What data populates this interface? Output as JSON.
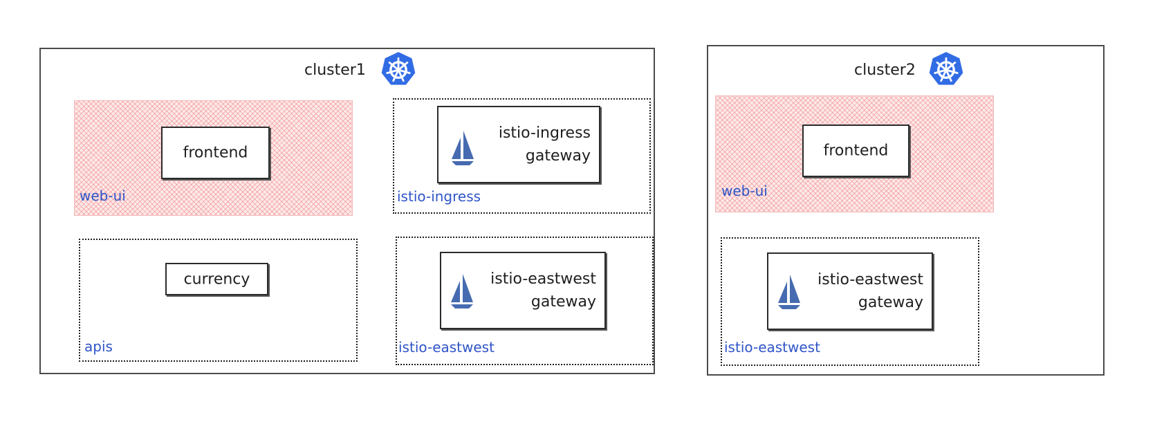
{
  "clusters": [
    {
      "title": "cluster1",
      "namespaces": [
        {
          "label": "web-ui",
          "services": [
            {
              "label": "frontend"
            }
          ]
        },
        {
          "label": "istio-ingress",
          "gateways": [
            {
              "line1": "istio-ingress",
              "line2": "gateway"
            }
          ]
        },
        {
          "label": "apis",
          "services": [
            {
              "label": "currency"
            }
          ]
        },
        {
          "label": "istio-eastwest",
          "gateways": [
            {
              "line1": "istio-eastwest",
              "line2": "gateway"
            }
          ]
        }
      ]
    },
    {
      "title": "cluster2",
      "namespaces": [
        {
          "label": "web-ui",
          "services": [
            {
              "label": "frontend"
            }
          ]
        },
        {
          "label": "istio-eastwest",
          "gateways": [
            {
              "line1": "istio-eastwest",
              "line2": "gateway"
            }
          ]
        }
      ]
    }
  ],
  "colors": {
    "namespace_label": "#2f55c7",
    "kubernetes_logo": "#326ce5",
    "istio_icon": "#466bb0",
    "hatch": "#eb6e6e"
  },
  "icons": {
    "cluster": "kubernetes-icon",
    "gateway": "istio-sail-icon"
  }
}
